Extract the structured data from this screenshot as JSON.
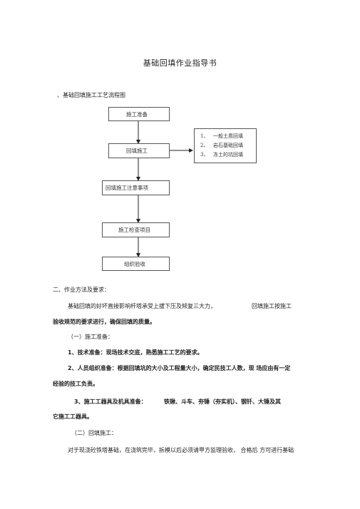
{
  "title": "基础回填作业指导书",
  "section1": {
    "heading": "、基础回填施工工艺流程图"
  },
  "flowchart": {
    "steps": [
      "施工准备",
      "回填施工",
      "回填施工注意事项",
      "施工检查项目",
      "组织验收"
    ],
    "side_items": [
      {
        "num": "1、",
        "text": "一般土质回填"
      },
      {
        "num": "2、",
        "text": "岩石基础回填"
      },
      {
        "num": "3、",
        "text": "冻土的坑回填"
      }
    ]
  },
  "section2": {
    "heading": "二、作业方法及要求：",
    "intro_a": "基础回填的好坏直接影响杆塔承受上拔下压及倾复三大力，",
    "intro_b": "回填施工按施工",
    "intro_c": "验收规范的要求进行，确保回填的质量。",
    "sub1": "（一）施工准备：",
    "item1": "1、技术准备：现场技术交底，熟悉施工工艺的要求。",
    "item2a": "2、人员组织准备：根据回填坑的大小及工程量大小，确定民技工人数，现 场应由有一定",
    "item2b": "经验的技工负责。",
    "item3a": "3、施工工器具及机具准备：",
    "item3b": "铁锹、斗车、夯锤（夯实机）、钢钎、大锤及其",
    "item3c": "它施工工器具。",
    "sub2": "（二）回填施工：",
    "last": "对于现浇砼铁塔基础，在浇筑完毕，拆模以后必须请甲方监理验收， 合格后 方可进行基础"
  }
}
